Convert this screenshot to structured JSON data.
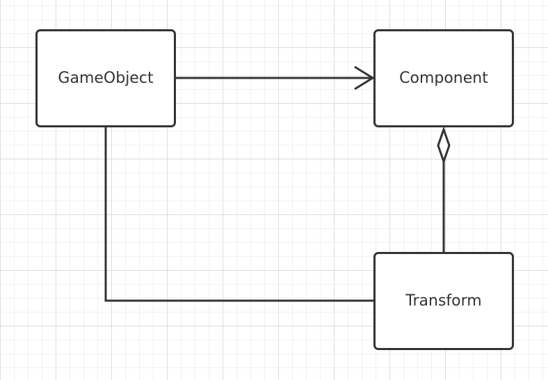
{
  "diagram": {
    "nodes": [
      {
        "id": "gameobject",
        "label": "GameObject"
      },
      {
        "id": "component",
        "label": "Component"
      },
      {
        "id": "transform",
        "label": "Transform"
      }
    ],
    "edges": [
      {
        "from": "gameobject",
        "to": "component",
        "type": "association-arrow"
      },
      {
        "from": "transform",
        "to": "component",
        "type": "aggregation"
      },
      {
        "from": "gameobject",
        "to": "transform",
        "type": "association-line"
      }
    ],
    "colors": {
      "stroke": "#333333",
      "node_fill": "#ffffff",
      "text": "#333333"
    }
  }
}
